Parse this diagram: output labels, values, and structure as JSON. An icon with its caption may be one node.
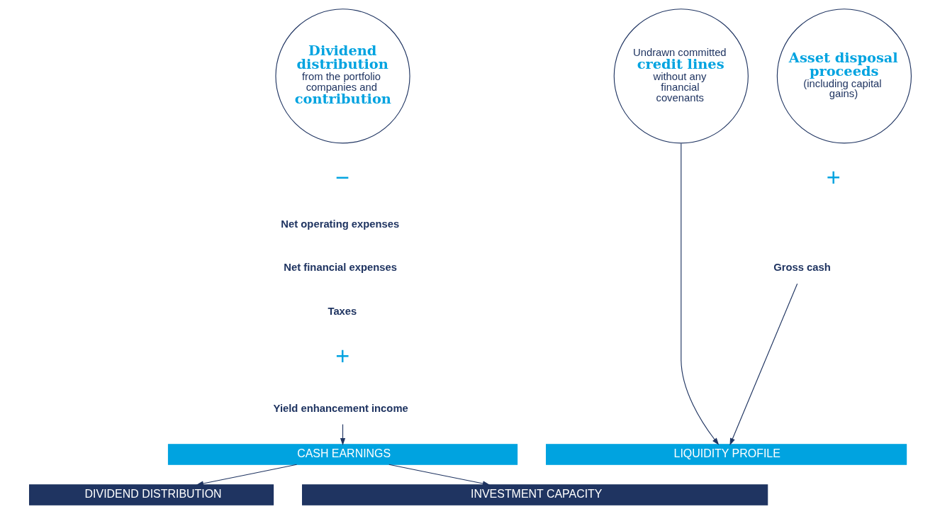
{
  "diagram": {
    "nodes": [
      {
        "text": [
          "Dividend distribution",
          "from the portfolio companies and",
          "contribution"
        ]
      },
      {
        "text": [
          "Undrawn committed",
          "credit lines",
          "without any financial covenants"
        ]
      },
      {
        "text": [
          "Asset disposal proceeds",
          "(including capital gains)"
        ]
      },
      {
        "text": [
          "Yield enhancement income"
        ]
      },
      {
        "text": [
          "Gross cash"
        ]
      },
      {
        "text": [
          "CASH EARNINGS"
        ]
      },
      {
        "text": [
          "LIQUIDITY PROFILE"
        ]
      },
      {
        "text": [
          "DIVIDEND DISTRIBUTION"
        ]
      },
      {
        "text": [
          "INVESTMENT CAPACITY"
        ]
      }
    ],
    "edges": [
      {
        "from": 3,
        "to": 5,
        "arrow": "to"
      },
      {
        "from": 1,
        "to": 6,
        "arrow": "to"
      },
      {
        "from": 4,
        "to": 6,
        "arrow": "to"
      },
      {
        "from": 5,
        "to": 7,
        "arrow": "to"
      },
      {
        "from": 5,
        "to": 8,
        "arrow": "to"
      }
    ],
    "labels": [
      "−",
      "Net operating expenses",
      "Net financial expenses",
      "Taxes",
      "+",
      "+"
    ]
  }
}
